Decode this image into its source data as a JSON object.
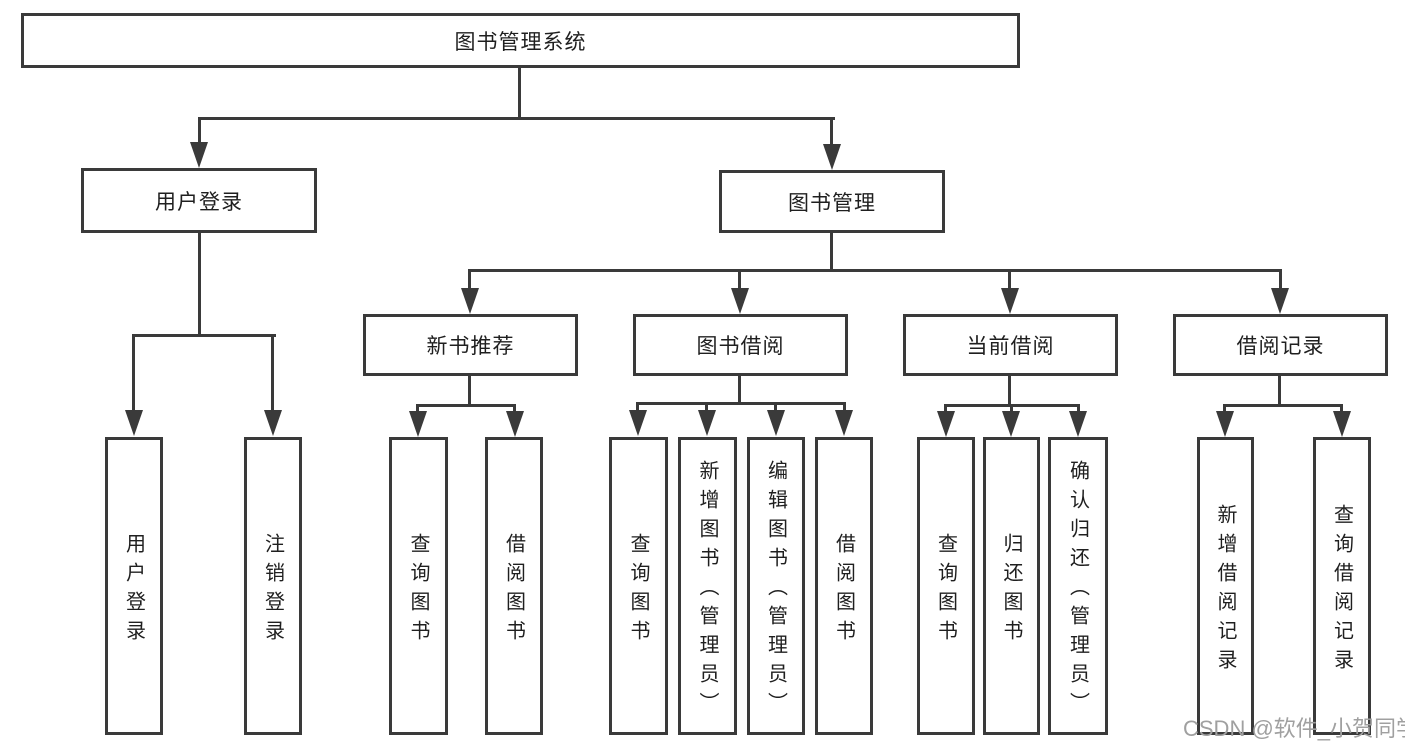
{
  "colors": {
    "line": "#3a3a3a",
    "text": "#1f1f1f",
    "box_fill": "#ffffff",
    "watermark": "#a0a0a0"
  },
  "watermark": {
    "text": "CSDN @软件_小贺同学"
  },
  "nodes": {
    "root": "图书管理系统",
    "user_login": "用户登录",
    "book_mgmt": "图书管理",
    "new_book": "新书推荐",
    "book_borrow": "图书借阅",
    "current_borrow": "当前借阅",
    "borrow_record": "借阅记录",
    "leaf_user_login": "用户登录",
    "leaf_logout": "注销登录",
    "leaf_nb_query": "查询图书",
    "leaf_nb_borrow": "借阅图书",
    "leaf_bb_query": "查询图书",
    "leaf_bb_add": "新增图书（管理员）",
    "leaf_bb_edit": "编辑图书（管理员）",
    "leaf_bb_borrow": "借阅图书",
    "leaf_cb_query": "查询图书",
    "leaf_cb_return": "归还图书",
    "leaf_cb_confirm": "确认归还（管理员）",
    "leaf_br_add": "新增借阅记录",
    "leaf_br_query": "查询借阅记录"
  }
}
